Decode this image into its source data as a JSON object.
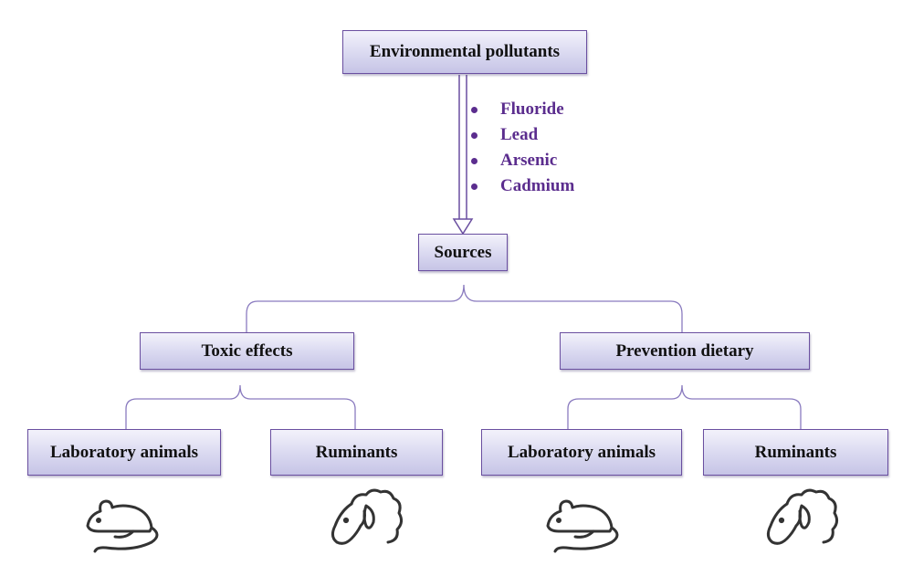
{
  "diagram": {
    "root": "Environmental pollutants",
    "pollutants": [
      "Fluoride",
      "Lead",
      "Arsenic",
      "Cadmium"
    ],
    "sources": "Sources",
    "toxic_effects": {
      "label": "Toxic effects",
      "children": [
        "Laboratory animals",
        "Ruminants"
      ]
    },
    "prevention": {
      "label": "Prevention dietary",
      "children": [
        "Laboratory animals",
        "Ruminants"
      ]
    },
    "icons": [
      "mouse-icon",
      "sheep-icon",
      "mouse-icon",
      "sheep-icon"
    ]
  },
  "colors": {
    "box_border": "#6a4fa0",
    "box_fill": "#d9d8f0",
    "bullet_text": "#5b2d8e",
    "connector": "#8a7bbf"
  }
}
